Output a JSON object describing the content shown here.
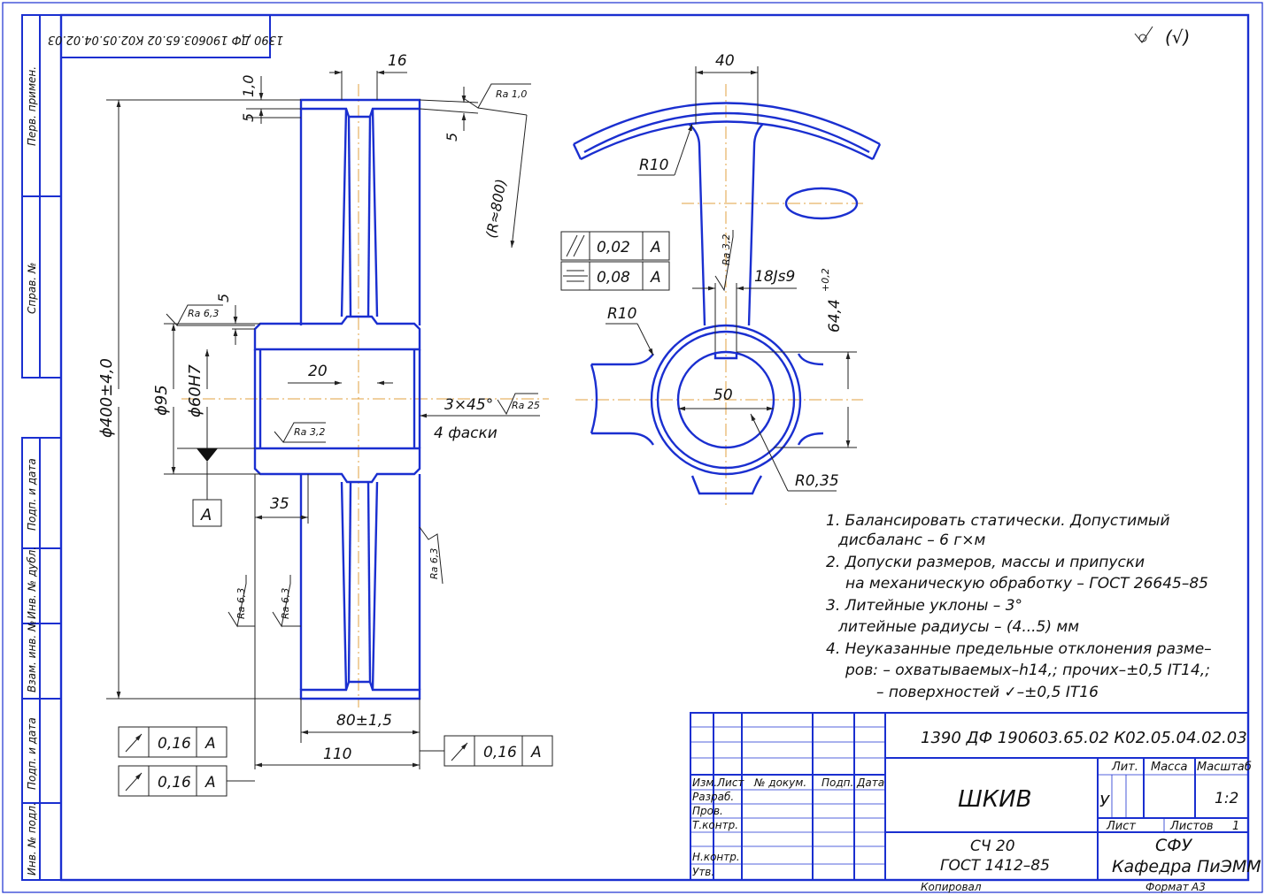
{
  "side_stamp": {
    "top_code": "1390 ДФ 190603.65.02 К02.05.04.02.03",
    "perv_primen": "Перв. примен.",
    "sprav_no": "Справ. №",
    "podp_data_1": "Подп. и дата",
    "inv_dubl": "Инв. № дубл.",
    "vzam_inv": "Взам. инв. №",
    "podp_data_2": "Подп. и дата",
    "inv_podl": "Инв. № подл."
  },
  "roughness_general": "(√)",
  "section_view": {
    "dim_16": "16",
    "dim_1_0": "1,0",
    "dim_5a": "5",
    "dim_5b": "5",
    "dim_5c": "5",
    "ra_1_0": "Ra 1,0",
    "r_800": "(R≈800)",
    "ra_6_3_a": "Ra 6,3",
    "dim_phi400": "ϕ400±4,0",
    "dim_phi95": "ϕ95",
    "dim_phi60": "ϕ60H7",
    "dim_20": "20",
    "chamfer": "3×45°",
    "ra_25": "Ra 25",
    "chamfer_note": "4 фаски",
    "ra_3_2": "Ra 3,2",
    "datum": "A",
    "dim_35": "35",
    "ra_6_3_b": "Ra 6,3",
    "ra_6_3_c": "Ra 6,3",
    "ra_6_3_d": "Ra 6,3",
    "dim_80": "80±1,5",
    "dim_110": "110"
  },
  "tolerance_frames": [
    {
      "symbol": "runout",
      "value": "0,16",
      "datum": "A"
    },
    {
      "symbol": "runout",
      "value": "0,16",
      "datum": "A"
    },
    {
      "symbol": "runout",
      "value": "0,16",
      "datum": "A"
    },
    {
      "symbol": "parallelism",
      "value": "0,02",
      "datum": "A"
    },
    {
      "symbol": "symmetry",
      "value": "0,08",
      "datum": "A"
    }
  ],
  "front_view": {
    "dim_40": "40",
    "r10_top": "R10",
    "r10_left": "R10",
    "ra_3_2": "Ra 3,2",
    "key_width": "18Js9",
    "key_depth": "64,4",
    "key_depth_tol": "+0,2",
    "dim_50": "50",
    "r_0_35": "R0,35"
  },
  "notes": [
    "1. Балансировать статически. Допустимый",
    "дисбаланс – 6 г×м",
    "2. Допуски размеров, массы и припуски",
    "на механическую обработку – ГОСТ 26645–85",
    "3. Литейные уклоны – 3°",
    "литейные радиусы – (4...5) мм",
    "4. Неуказанные предельные отклонения разме–",
    "ров: – охватываемых–h14,; прочих–±0,5 IT14,;",
    "– поверхностей ✓–±0,5 IT16"
  ],
  "title_block": {
    "doc_code": "1390 ДФ 190603.65.02 К02.05.04.02.03",
    "title": "ШКИВ",
    "material_1": "СЧ 20",
    "material_2": "ГОСТ 1412–85",
    "org_1": "СФУ",
    "org_2": "Кафедра ПиЭММ",
    "lit_label": "Лит.",
    "mass_label": "Масса",
    "scale_label": "Масштаб",
    "lit_value": "У",
    "scale_value": "1:2",
    "sheet_label": "Лист",
    "sheets_label": "Листов",
    "sheets_value": "1",
    "col_izm": "Изм.",
    "col_list": "Лист",
    "col_doc": "№ докум.",
    "col_podp": "Подп.",
    "col_data": "Дата",
    "row_razrab": "Разраб.",
    "row_prov": "Пров.",
    "row_tkontr": "Т.контр.",
    "row_nkontr": "Н.контр.",
    "row_utv": "Утв.",
    "copied": "Копировал",
    "format_label": "Формат",
    "format_value": "А3"
  },
  "colors": {
    "frame": "#1a2fd0",
    "axis": "#e0a040",
    "ink": "#111111"
  }
}
